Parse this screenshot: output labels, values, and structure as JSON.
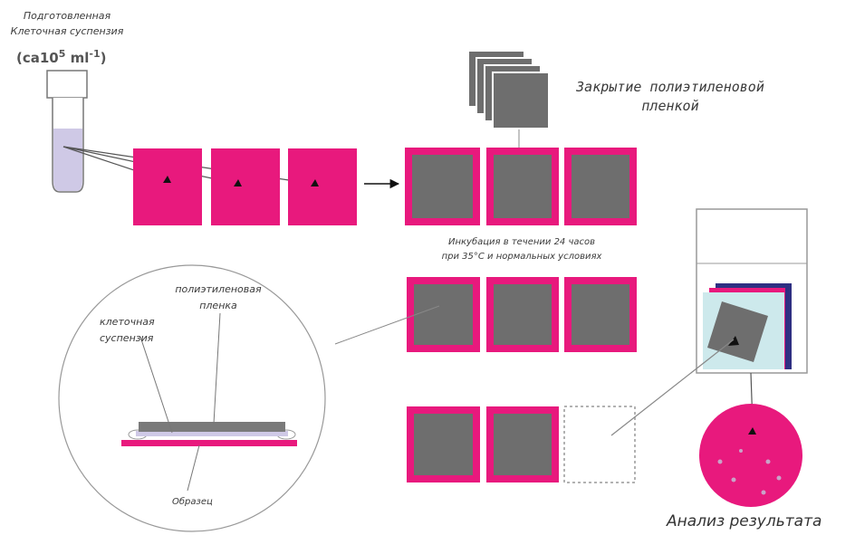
{
  "labels": {
    "prepared_suspension_line1": "Подготовленная",
    "prepared_suspension_line2": "Клеточная суспензия",
    "concentration": "(ca10",
    "concentration_exp": "5",
    "concentration_unit": " ml",
    "concentration_unit_exp": "-1",
    "concentration_close": ")",
    "film_cover_line1": "Закрытие полиэтиленовой",
    "film_cover_line2": "пленкой",
    "incubation_line1": "Инкубация в течении 24 часов",
    "incubation_line2": "при 35°C и нормальных условиях",
    "polyethylene_film_line1": "полиэтиленовая",
    "polyethylene_film_line2": "пленка",
    "cell_suspension_line1": "клеточная",
    "cell_suspension_line2": "суспензия",
    "sample": "Образец",
    "result_analysis": "Анализ результата"
  },
  "colors": {
    "magenta": "#e8197d",
    "grey": "#6e6e6e",
    "dark_grey": "#4a4a4a",
    "suspension": "#cfc9e6",
    "line": "#8a8a8a",
    "light_blue": "#cde9ec",
    "navy": "#2e2f82"
  }
}
